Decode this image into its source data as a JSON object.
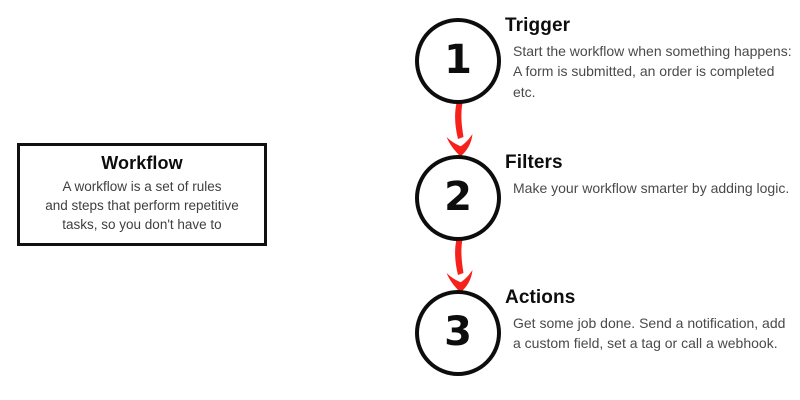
{
  "definition": {
    "title": "Workflow",
    "body": "A workflow is a set of rules\nand steps that perform repetitive\ntasks, so you don't have to"
  },
  "colors": {
    "arrow_red": "#F7211B",
    "ink": "#0d0d0d",
    "body_text": "#4a4a4a"
  },
  "steps": [
    {
      "number": "1",
      "title": "Trigger",
      "description": "Start the workflow when something happens: A form is submitted, an order is completed etc."
    },
    {
      "number": "2",
      "title": "Filters",
      "description": "Make your workflow smarter by adding logic."
    },
    {
      "number": "3",
      "title": "Actions",
      "description": "Get some job done. Send a notification, add a custom field, set a tag or call a webhook."
    }
  ],
  "connectors": [
    {
      "from": "1",
      "to": "2",
      "kind": "down-arrow"
    },
    {
      "from": "2",
      "to": "3",
      "kind": "down-arrow"
    }
  ]
}
